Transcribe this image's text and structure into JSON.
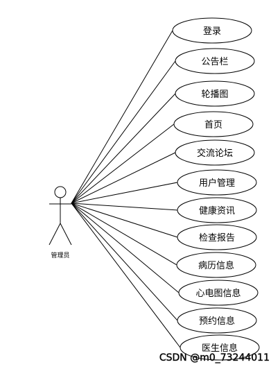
{
  "actor": {
    "label": "管理员"
  },
  "use_cases": [
    {
      "label": "登录"
    },
    {
      "label": "公告栏"
    },
    {
      "label": "轮播图"
    },
    {
      "label": "首页"
    },
    {
      "label": "交流论坛"
    },
    {
      "label": "用户管理"
    },
    {
      "label": "健康资讯"
    },
    {
      "label": "检查报告"
    },
    {
      "label": "病历信息"
    },
    {
      "label": "心电图信息"
    },
    {
      "label": "预约信息"
    },
    {
      "label": "医生信息"
    }
  ],
  "watermark": "CSDN @m0_73244011",
  "colors": {
    "stroke": "#000000",
    "background": "#ffffff"
  }
}
